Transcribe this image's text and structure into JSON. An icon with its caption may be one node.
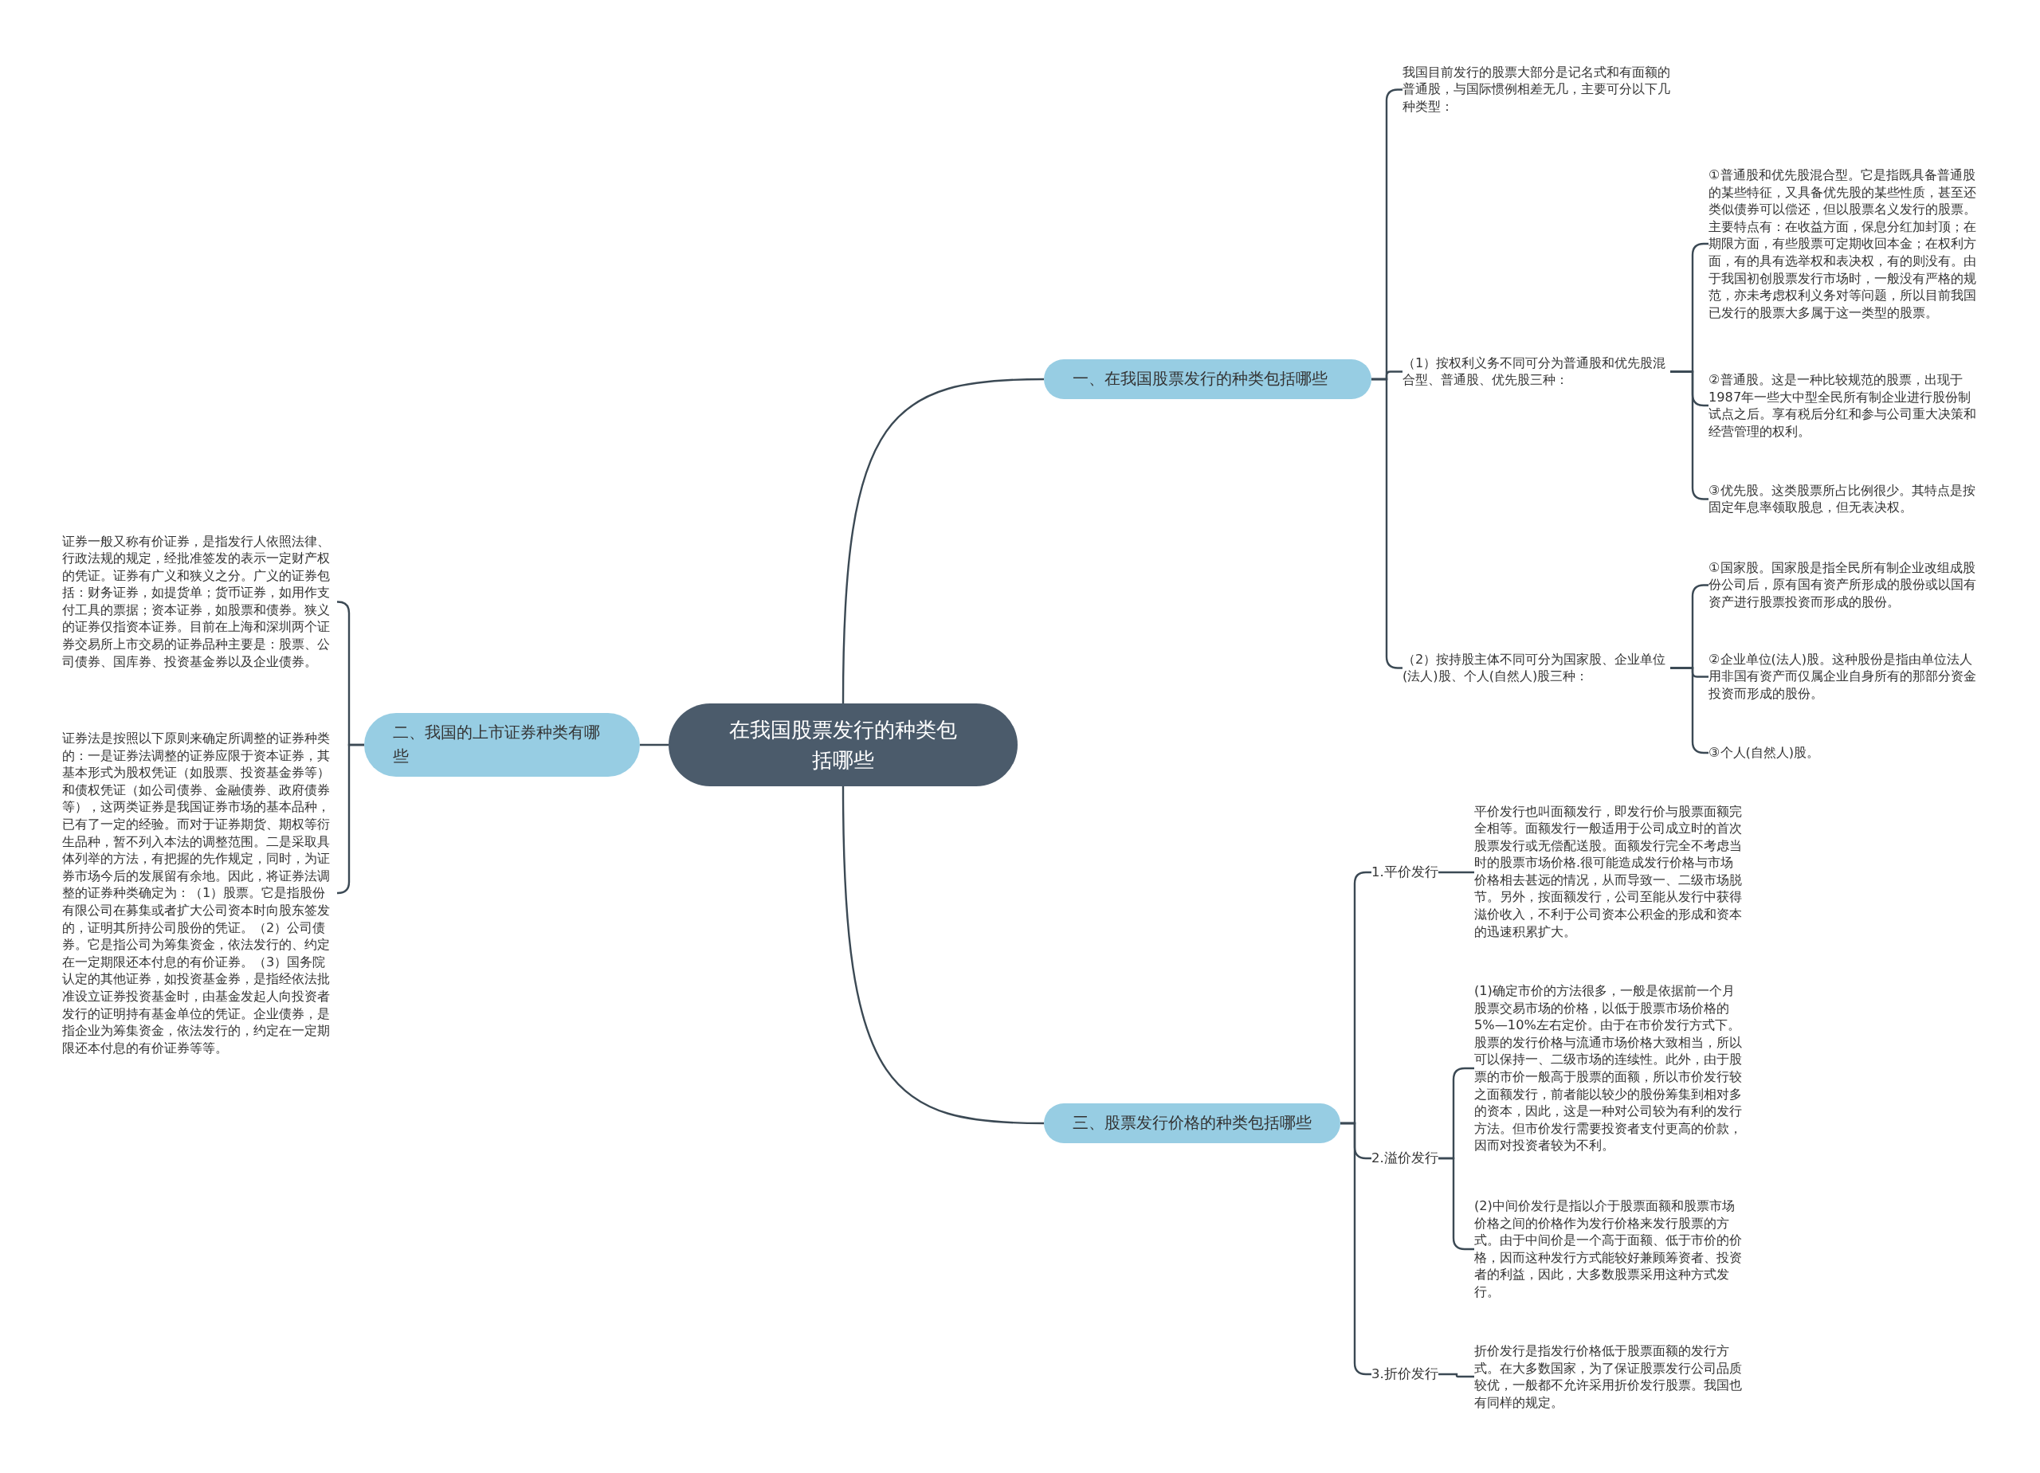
{
  "diagram": {
    "nodes": [
      {
        "text": [
          "在我国股票发行的种类包括哪些"
        ]
      },
      {
        "text": [
          "一、在我国股票发行的种类包括哪些"
        ]
      },
      {
        "text": [
          "我国目前发行的股票大部分是记名式和有面额的普通股，与国际惯例相差无几，主要可分以下几种类型："
        ]
      },
      {
        "text": [
          "（1）按权利义务不同可分为普通股和优先股混合型、普通股、优先股三种："
        ]
      },
      {
        "text": [
          "①普通股和优先股混合型。它是指既具备普通股的某些特征，又具备优先股的某些性质，甚至还类似债券可以偿还，但以股票名义发行的股票。主要特点有：在收益方面，保息分红加封顶；在期限方面，有些股票可定期收回本金；在权利方面，有的具有选举权和表决权，有的则没有。由于我国初创股票发行市场时，一般没有严格的规范，亦未考虑权利义务对等问题，所以目前我国已发行的股票大多属于这一类型的股票。"
        ]
      },
      {
        "text": [
          "②普通股。这是一种比较规范的股票，出现于1987年一些大中型全民所有制企业进行股份制试点之后。享有税后分红和参与公司重大决策和经营管理的权利。"
        ]
      },
      {
        "text": [
          "③优先股。这类股票所占比例很少。其特点是按固定年息率领取股息，但无表决权。"
        ]
      },
      {
        "text": [
          "（2）按持股主体不同可分为国家股、企业单位(法人)股、个人(自然人)股三种："
        ]
      },
      {
        "text": [
          "①国家股。国家股是指全民所有制企业改组成股份公司后，原有国有资产所形成的股份或以国有资产进行股票投资而形成的股份。"
        ]
      },
      {
        "text": [
          "②企业单位(法人)股。这种股份是指由单位法人用非国有资产而仅属企业自身所有的那部分资金投资而形成的股份。"
        ]
      },
      {
        "text": [
          "③个人(自然人)股。"
        ]
      },
      {
        "text": [
          "二、我国的上市证券种类有哪些"
        ]
      },
      {
        "text": [
          "证券一般又称有价证券，是指发行人依照法律、行政法规的规定，经批准签发的表示一定财产权的凭证。证券有广义和狭义之分。广义的证券包括：财务证券，如提货单；货币证券，如用作支付工具的票据；资本证券，如股票和债券。狭义的证券仅指资本证券。目前在上海和深圳两个证券交易所上市交易的证券品种主要是：股票、公司债券、国库券、投资基金券以及企业债券。"
        ]
      },
      {
        "text": [
          "证券法是按照以下原则来确定所调整的证券种类的：一是证券法调整的证券应限于资本证券，其基本形式为股权凭证（如股票、投资基金券等）和债权凭证（如公司债券、金融债券、政府债券等），这两类证券是我国证券市场的基本品种，已有了一定的经验。而对于证券期货、期权等衍生品种，暂不列入本法的调整范围。二是采取具体列举的方法，有把握的先作规定，同时，为证券市场今后的发展留有余地。因此，将证券法调整的证券种类确定为：（1）股票。它是指股份有限公司在募集或者扩大公司资本时向股东签发的，证明其所持公司股份的凭证。（2）公司债券。它是指公司为筹集资金，依法发行的、约定在一定期限还本付息的有价证券。（3）国务院认定的其他证券，如投资基金券，是指经依法批准设立证券投资基金时，由基金发起人向投资者发行的证明持有基金单位的凭证。企业债券，是指企业为筹集资金，依法发行的，约定在一定期限还本付息的有价证券等等。"
        ]
      },
      {
        "text": [
          "三、股票发行价格的种类包括哪些"
        ]
      },
      {
        "text": [
          "1.平价发行"
        ]
      },
      {
        "text": [
          "平价发行也叫面额发行，即发行价与股票面额完全相等。面额发行一般适用于公司成立时的首次股票发行或无偿配送股。面额发行完全不考虑当时的股票市场价格.很可能造成发行价格与市场价格相去甚远的情况，从而导致一、二级市场脱节。另外，按面额发行，公司至能从发行中获得滋价收入，不利于公司资本公积金的形成和资本的迅速积累扩大。"
        ]
      },
      {
        "text": [
          "2.溢价发行"
        ]
      },
      {
        "text": [
          "(1)确定市价的方法很多，一般是依据前一个月股票交易市场的价格，以低于股票市场价格的5%—10%左右定价。由于在市价发行方式下。股票的发行价格与流通市场价格大致相当，所以可以保持一、二级市场的连续性。此外，由于股票的市价一般高于股票的面额，所以市价发行较之面额发行，前者能以较少的股份筹集到相对多的资本，因此，这是一种对公司较为有利的发行方法。但市价发行需要投资者支付更高的价款，因而对投资者较为不利。"
        ]
      },
      {
        "text": [
          "(2)中间价发行是指以介于股票面额和股票市场价格之间的价格作为发行价格来发行股票的方式。由于中间价是一个高于面额、低于市价的价格，因而这种发行方式能较好兼顾筹资者、投资者的利益，因此，大多数股票采用这种方式发行。"
        ]
      },
      {
        "text": [
          "3.折价发行"
        ]
      },
      {
        "text": [
          "折价发行是指发行价格低于股票面额的发行方式。在大多数国家，为了保证股票发行公司品质较优，一般都不允许采用折价发行股票。我国也有同样的规定。"
        ]
      }
    ],
    "edges": [
      {
        "from": 0,
        "to": 1,
        "arrow": "none"
      },
      {
        "from": 0,
        "to": 11,
        "arrow": "none"
      },
      {
        "from": 0,
        "to": 14,
        "arrow": "none"
      },
      {
        "from": 1,
        "to": 2,
        "arrow": "none"
      },
      {
        "from": 1,
        "to": 3,
        "arrow": "none"
      },
      {
        "from": 1,
        "to": 7,
        "arrow": "none"
      },
      {
        "from": 3,
        "to": 4,
        "arrow": "none"
      },
      {
        "from": 3,
        "to": 5,
        "arrow": "none"
      },
      {
        "from": 3,
        "to": 6,
        "arrow": "none"
      },
      {
        "from": 7,
        "to": 8,
        "arrow": "none"
      },
      {
        "from": 7,
        "to": 9,
        "arrow": "none"
      },
      {
        "from": 7,
        "to": 10,
        "arrow": "none"
      },
      {
        "from": 11,
        "to": 12,
        "arrow": "none"
      },
      {
        "from": 11,
        "to": 13,
        "arrow": "none"
      },
      {
        "from": 14,
        "to": 15,
        "arrow": "none"
      },
      {
        "from": 14,
        "to": 17,
        "arrow": "none"
      },
      {
        "from": 14,
        "to": 20,
        "arrow": "none"
      },
      {
        "from": 15,
        "to": 16,
        "arrow": "none"
      },
      {
        "from": 17,
        "to": 18,
        "arrow": "none"
      },
      {
        "from": 17,
        "to": 19,
        "arrow": "none"
      },
      {
        "from": 20,
        "to": 21,
        "arrow": "none"
      }
    ]
  }
}
